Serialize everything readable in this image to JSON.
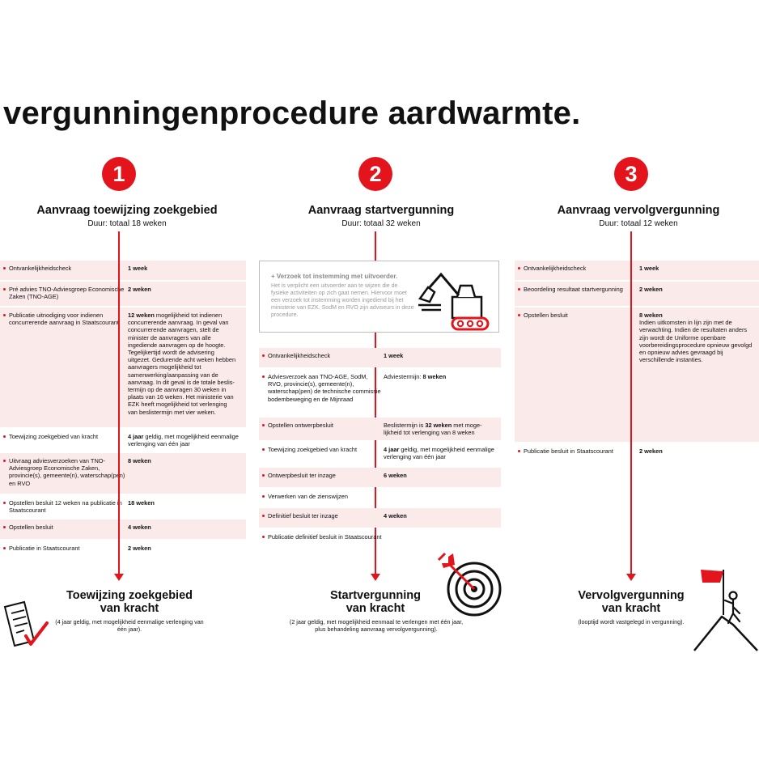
{
  "title": "vergunningenprocedure aardwarmte.",
  "steps": [
    {
      "number": "1",
      "title": "Aanvraag toewijzing zoekgebied",
      "duration": "Duur: totaal 18 weken",
      "rows": [
        {
          "label": "Ontvankelijkheidscheck",
          "value_bold": "1 week",
          "value": ""
        },
        {
          "label": "Pré advies TNO-Adviesgroep Economische Zaken (TNO-AGE)",
          "value_bold": "2 weken",
          "value": ""
        },
        {
          "label": "Publicatie uitnodiging voor indienen concurrerende aanvraag in Staatscourant",
          "value_bold": "12 weken",
          "value": " mogelijkheid tot indienen concurrerende aanvraag. In geval van concurrerende aanvragen, stelt de minister de aanvragers van alle ingediende aanvragen op de hoogte. Tegelijkertijd wordt de advisering uitgezet. Gedurende acht weken hebben aanvragers mogelijkheid tot samenwerking/aanpassing van de aanvraag. In dit geval is de totale beslis-termijn op de aanvragen 30 weken in plaats van 16 weken. Het ministerie van EZK heeft mogelijkheid tot verlenging van beslistermijn met vier weken."
        },
        {
          "label": "Toewijzing zoekgebied van kracht",
          "value_bold": "4 jaar",
          "value": " geldig, met mogelijkheid eenmalige verlenging van één jaar"
        },
        {
          "label": "Uitvraag adviesverzoeken van TNO-Adviesgroep Economische Zaken, provincie(s), gemeente(n), waterschap(pen) en RVO",
          "value_bold": "8 weken",
          "value": ""
        },
        {
          "label": "Opstellen besluit 12 weken na publicatie in Staatscourant",
          "value_bold": "18 weken",
          "value": ""
        },
        {
          "label": "Opstellen besluit",
          "value_bold": "4 weken",
          "value": ""
        },
        {
          "label": "Publicatie in Staatscourant",
          "value_bold": "2 weken",
          "value": ""
        }
      ],
      "result_title_1": "Toewijzing zoekgebied",
      "result_title_2": "van kracht",
      "result_sub": "(4 jaar geldig, met mogelijkheid eenmalige verlenging van één jaar)."
    },
    {
      "number": "2",
      "title": "Aanvraag startvergunning",
      "duration": "Duur: totaal 32 weken",
      "box_title": "+ Verzoek tot instemming met uitvoerder.",
      "box_text": "Het is verplicht een uitvoerder aan te wijzen die de fysieke activiteiten op zich gaat nemen. Hiervoor moet een verzoek tot instemming worden ingediend bij het ministerie van EZK. SodM en RVO zijn adviseurs in deze procedure.",
      "rows": [
        {
          "label": "Ontvankelijkheidscheck",
          "value_pre": "",
          "value_bold": "1 week",
          "value": ""
        },
        {
          "label": "Adviesverzoek aan TNO-AGE, SodM, RVO, provincie(s), gemeente(n), waterschap(pen) de technische commissie bodembeweging en de Mijnraad",
          "value_pre": "Adviestermijn: ",
          "value_bold": "8 weken",
          "value": ""
        },
        {
          "label": "Opstellen ontwerpbesluit",
          "value_pre": "Beslistermijn is ",
          "value_bold": "32 weken",
          "value": " met moge-lijkheid tot verlenging van 8 weken"
        },
        {
          "label": "Toewijzing zoekgebied van kracht",
          "value_pre": "",
          "value_bold": "4 jaar",
          "value": " geldig, met mogelijkheid eenmalige verlenging van één jaar"
        },
        {
          "label": "Ontwerpbesluit ter inzage",
          "value_pre": "",
          "value_bold": "6 weken",
          "value": ""
        },
        {
          "label": "Verwerken van de zienswijzen",
          "value_pre": "",
          "value_bold": "",
          "value": ""
        },
        {
          "label": "Definitief besluit ter inzage",
          "value_pre": "",
          "value_bold": "4 weken",
          "value": ""
        },
        {
          "label": "Publicatie definitief besluit in Staatscourant",
          "value_pre": "",
          "value_bold": "",
          "value": ""
        }
      ],
      "result_title_1": "Startvergunning",
      "result_title_2": "van kracht",
      "result_sub": "(2 jaar geldig, met mogelijkheid eenmaal te verlengen met één jaar, plus behandeling aanvraag vervolgvergunning)."
    },
    {
      "number": "3",
      "title": "Aanvraag vervolgvergunning",
      "duration": "Duur: totaal 12 weken",
      "rows": [
        {
          "label": "Ontvankelijkheidscheck",
          "value_bold": "1 week",
          "value": ""
        },
        {
          "label": "Beoordeling resultaat startvergunning",
          "value_bold": "2 weken",
          "value": ""
        },
        {
          "label": "Opstellen besluit",
          "value_bold": "8 weken",
          "value": "Indien uitkomsten in lijn zijn met de verwachting. Indien de resultaten anders zijn wordt de Uniforme openbare voorbereidingsprocedure opnieuw gevolgd en opnieuw advies gevraagd bij verschillende instanties."
        },
        {
          "label": "Publicatie besluit in Staatscourant",
          "value_bold": "2 weken",
          "value": ""
        }
      ],
      "result_title_1": "Vervolgvergunning",
      "result_title_2": "van kracht",
      "result_sub": "(looptijd wordt vastgelegd in vergunning)."
    }
  ],
  "colors": {
    "accent": "#e3141b",
    "row_shade": "#fbeaea"
  }
}
